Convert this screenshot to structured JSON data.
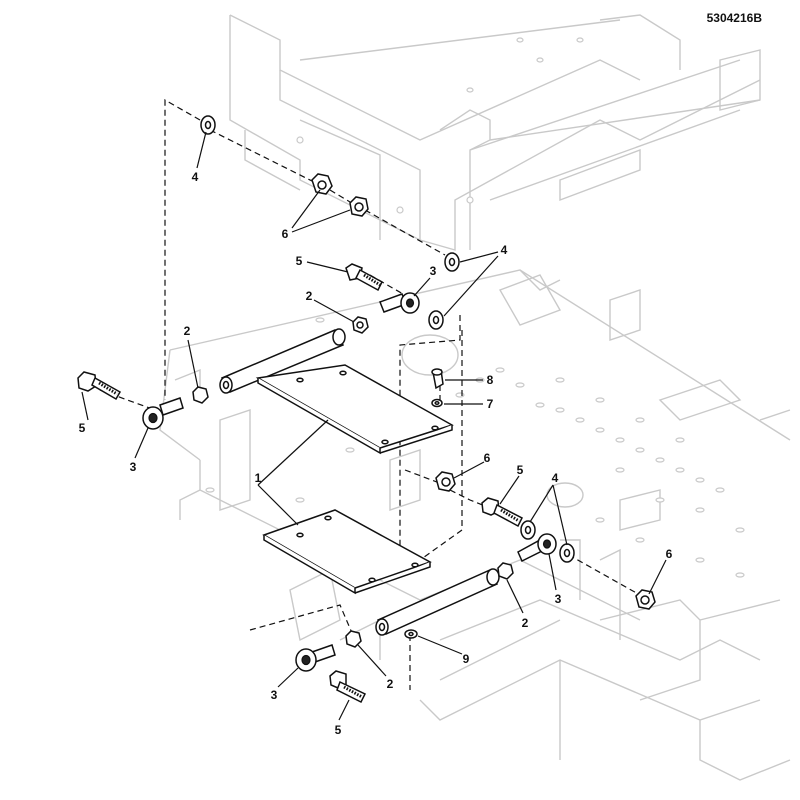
{
  "figure_id": "5304216B",
  "callouts": [
    {
      "label": "4"
    },
    {
      "label": "6"
    },
    {
      "label": "5"
    },
    {
      "label": "3"
    },
    {
      "label": "4"
    },
    {
      "label": "2"
    },
    {
      "label": "2"
    },
    {
      "label": "8"
    },
    {
      "label": "7"
    },
    {
      "label": "5"
    },
    {
      "label": "3"
    },
    {
      "label": "1"
    },
    {
      "label": "6"
    },
    {
      "label": "5"
    },
    {
      "label": "4"
    },
    {
      "label": "3"
    },
    {
      "label": "2"
    },
    {
      "label": "6"
    },
    {
      "label": "9"
    },
    {
      "label": "2"
    },
    {
      "label": "3"
    },
    {
      "label": "5"
    }
  ]
}
